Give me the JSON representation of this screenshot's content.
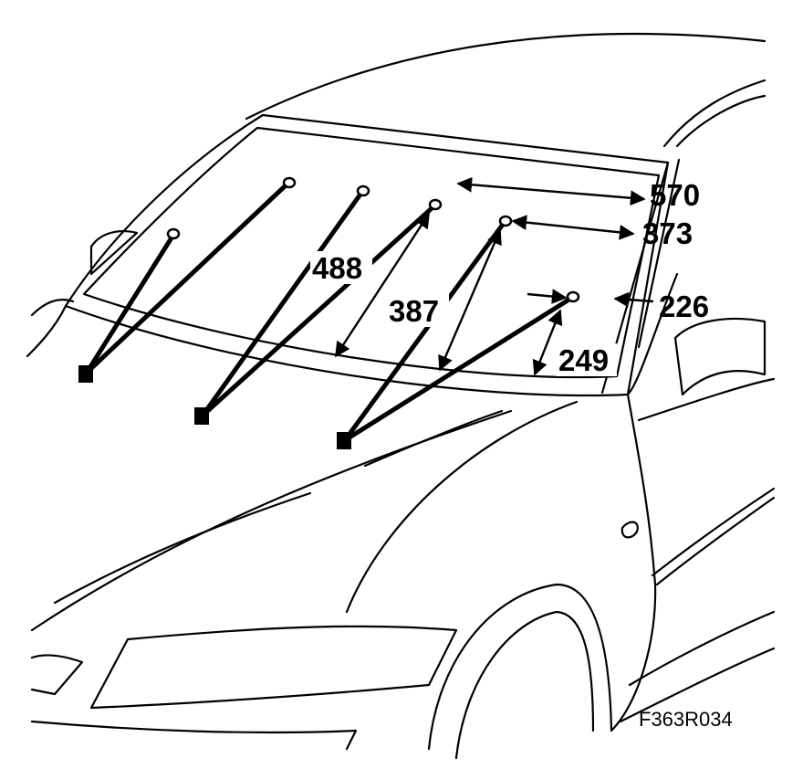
{
  "measurements": {
    "d570": "570",
    "d373": "373",
    "d226": "226",
    "d488": "488",
    "d387": "387",
    "d249": "249"
  },
  "figure_code": "F363R034"
}
